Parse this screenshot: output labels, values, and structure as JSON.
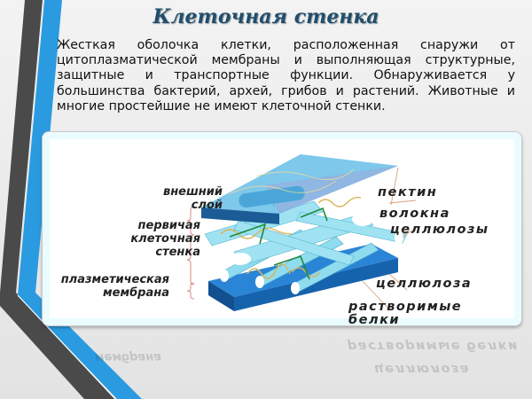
{
  "slide": {
    "title": "Клеточная стенка",
    "paragraph": "Жесткая оболочка клетки, расположенная снаружи от цитоплазматической мембраны и выполняющая структурные, защитные и транспортные функции. Обнаруживается у большинства бактерий, архей, грибов и растений. Животные и многие простейшие не имеют клеточной стенки."
  },
  "diagram": {
    "left_labels": {
      "outer_layer_1": "внешний",
      "outer_layer_2": "слой",
      "primary_wall_1": "первичая",
      "primary_wall_2": "клеточная",
      "primary_wall_3": "стенка",
      "plasma_membrane_1": "плазметическая",
      "plasma_membrane_2": "мембрана"
    },
    "right_labels": {
      "pectin": "пектин",
      "cellulose_fibers_1": "волокна",
      "cellulose_fibers_2": "целлюлозы",
      "cellulose": "целлюлоза",
      "soluble_proteins": "растворимые белки"
    }
  },
  "colors": {
    "title": "#1f4e6e",
    "stripe_dark": "#4a4a4a",
    "stripe_blue": "#2a9be0",
    "top_plate": "#5bb6e4",
    "bottom_plate": "#1a73c8",
    "fiber": "#8fdcef",
    "pectin_line": "#d9b45a",
    "protein_line": "#1e8a3a"
  }
}
